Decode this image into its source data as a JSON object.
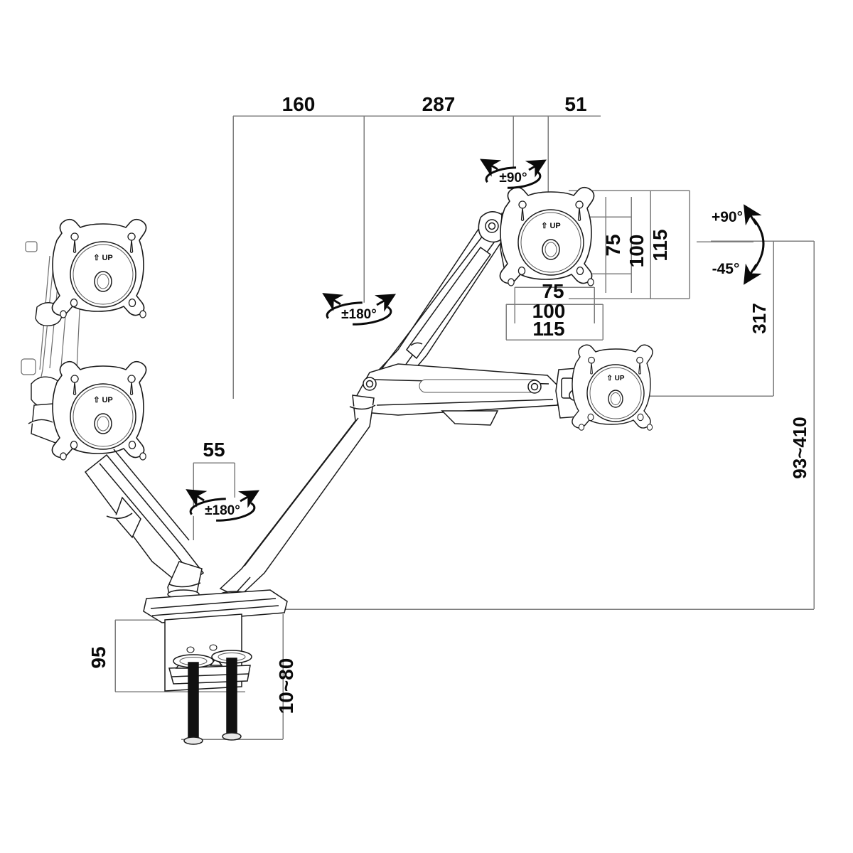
{
  "drawing": {
    "title": "Dual Monitor Gas-Spring Desk Mount — Dimensioned Assembly Drawing",
    "units": "mm",
    "line_color": "#7d7d7d",
    "outline_color": "#1a1a1a",
    "background": "#ffffff"
  },
  "dimensions": {
    "top": [
      {
        "name": "reach-segment-1",
        "value": "160"
      },
      {
        "name": "reach-segment-2",
        "value": "287"
      },
      {
        "name": "reach-segment-3",
        "value": "51"
      }
    ],
    "vesa_vertical": [
      {
        "name": "vesa-v-75",
        "value": "75"
      },
      {
        "name": "vesa-v-100",
        "value": "100"
      },
      {
        "name": "vesa-v-115",
        "value": "115"
      }
    ],
    "vesa_horizontal": [
      {
        "name": "vesa-h-75",
        "value": "75"
      },
      {
        "name": "vesa-h-100",
        "value": "100"
      },
      {
        "name": "vesa-h-115",
        "value": "115"
      }
    ],
    "right_vertical": [
      {
        "name": "head-travel",
        "value": "317"
      },
      {
        "name": "height-range",
        "value": "93~410"
      }
    ],
    "base_offset": {
      "name": "base-offset",
      "value": "55"
    },
    "clamp_height": {
      "name": "clamp-height",
      "value": "95"
    },
    "desk_thickness": {
      "name": "desk-thickness-range",
      "value": "10~80"
    }
  },
  "rotation_labels": [
    {
      "name": "head-swivel",
      "value": "±90°"
    },
    {
      "name": "elbow-rotation",
      "value": "±180°"
    },
    {
      "name": "base-rotation",
      "value": "±180°"
    }
  ],
  "tilt": {
    "up": "+90°",
    "down": "-45°"
  },
  "vesa_plate": {
    "up_marker": "⇧ UP"
  }
}
